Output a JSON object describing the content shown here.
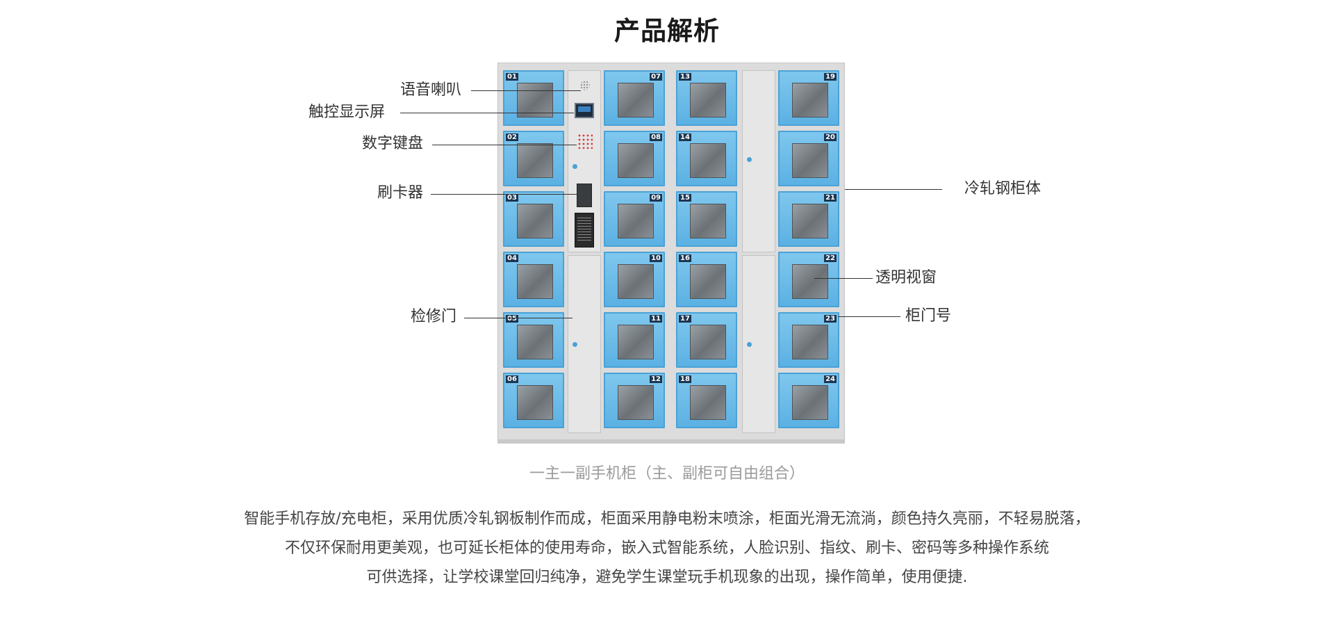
{
  "title": "产品解析",
  "callouts": {
    "speaker": "语音喇叭",
    "touchscreen": "触控显示屏",
    "keypad": "数字键盘",
    "card_reader": "刷卡器",
    "service_door": "检修门",
    "body": "冷轧钢柜体",
    "window": "透明视窗",
    "door_number": "柜门号"
  },
  "locker_numbers": {
    "col1": [
      "01",
      "02",
      "03",
      "04",
      "05",
      "06"
    ],
    "col2": [
      "07",
      "08",
      "09",
      "10",
      "11",
      "12"
    ],
    "col3": [
      "13",
      "14",
      "15",
      "16",
      "17",
      "18"
    ],
    "col4": [
      "19",
      "20",
      "21",
      "22",
      "23",
      "24"
    ]
  },
  "caption": "一主一副手机柜（主、副柜可自由组合）",
  "description": [
    "智能手机存放/充电柜，采用优质冷轧钢板制作而成，柜面采用静电粉末喷涂，柜面光滑无流淌，颜色持久亮丽，不轻易脱落，",
    "不仅环保耐用更美观，也可延长柜体的使用寿命，嵌入式智能系统，人脸识别、指纹、刷卡、密码等多种操作系统",
    "可供选择，让学校课堂回归纯净，避免学生课堂玩手机现象的出现，操作简单，使用便捷."
  ],
  "colors": {
    "locker_blue": "#5bb1e3",
    "cabinet_grey": "#dcdcdc",
    "number_tag": "#1c3550"
  }
}
